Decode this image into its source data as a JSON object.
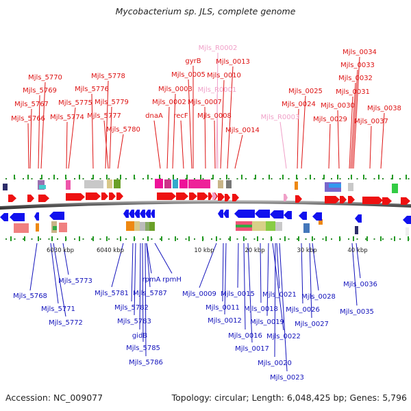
{
  "title": "Mycobacterium sp. JLS, complete genome",
  "footer": {
    "accession": "Accession: NC_009077",
    "summary": "Topology: circular; Length: 6,048,425 bp; Genes: 5,796"
  },
  "colors": {
    "top_label": "#dd1111",
    "top_label_rna": "#f0a0c8",
    "bottom_label": "#1111bb",
    "fwd_gene": "#ee1111",
    "rev_gene": "#1111ee",
    "backbone": "#666666",
    "scale_tick": "#229922"
  },
  "scale_ticks": [
    "6030 kbp",
    "6040 kbp",
    "10 kbp",
    "20 kbp",
    "30 kbp",
    "40 kbp"
  ],
  "top_labels": [
    {
      "name": "Mjls_5770",
      "rna": false
    },
    {
      "name": "Mjls_5769",
      "rna": false
    },
    {
      "name": "Mjls_5767",
      "rna": false
    },
    {
      "name": "Mjls_5766",
      "rna": false
    },
    {
      "name": "Mjls_5775",
      "rna": false
    },
    {
      "name": "Mjls_5774",
      "rna": false
    },
    {
      "name": "Mjls_5778",
      "rna": false
    },
    {
      "name": "Mjls_5776",
      "rna": false
    },
    {
      "name": "Mjls_5779",
      "rna": false
    },
    {
      "name": "Mjls_5777",
      "rna": false
    },
    {
      "name": "Mjls_5780",
      "rna": false
    },
    {
      "name": "dnaA",
      "rna": false
    },
    {
      "name": "Mjls_0003",
      "rna": false
    },
    {
      "name": "Mjls_0002",
      "rna": false
    },
    {
      "name": "recF",
      "rna": false
    },
    {
      "name": "gyrB",
      "rna": false
    },
    {
      "name": "Mjls_0005",
      "rna": false
    },
    {
      "name": "Mjls_R0002",
      "rna": true
    },
    {
      "name": "Mjls_0013",
      "rna": false
    },
    {
      "name": "Mjls_0010",
      "rna": false
    },
    {
      "name": "Mjls_R0001",
      "rna": true
    },
    {
      "name": "Mjls_0007",
      "rna": false
    },
    {
      "name": "Mjls_0008",
      "rna": false
    },
    {
      "name": "Mjls_0014",
      "rna": false
    },
    {
      "name": "Mjls_R0003",
      "rna": true
    },
    {
      "name": "Mjls_0025",
      "rna": false
    },
    {
      "name": "Mjls_0024",
      "rna": false
    },
    {
      "name": "Mjls_0034",
      "rna": false
    },
    {
      "name": "Mjls_0033",
      "rna": false
    },
    {
      "name": "Mjls_0032",
      "rna": false
    },
    {
      "name": "Mjls_0031",
      "rna": false
    },
    {
      "name": "Mjls_0030",
      "rna": false
    },
    {
      "name": "Mjls_0029",
      "rna": false
    },
    {
      "name": "Mjls_0038",
      "rna": false
    },
    {
      "name": "Mjls_0037",
      "rna": false
    }
  ],
  "bottom_labels": [
    {
      "name": "Mjls_5773"
    },
    {
      "name": "Mjls_5768"
    },
    {
      "name": "Mjls_5771"
    },
    {
      "name": "Mjls_5772"
    },
    {
      "name": "rpmA"
    },
    {
      "name": "rpmH"
    },
    {
      "name": "Mjls_5781"
    },
    {
      "name": "Mjls_5787"
    },
    {
      "name": "Mjls_5782"
    },
    {
      "name": "Mjls_5783"
    },
    {
      "name": "gidB"
    },
    {
      "name": "Mjls_5785"
    },
    {
      "name": "Mjls_5786"
    },
    {
      "name": "Mjls_0009"
    },
    {
      "name": "Mjls_0015"
    },
    {
      "name": "Mjls_0011"
    },
    {
      "name": "Mjls_0012"
    },
    {
      "name": "Mjls_0018"
    },
    {
      "name": "Mjls_0019"
    },
    {
      "name": "Mjls_0016"
    },
    {
      "name": "Mjls_0017"
    },
    {
      "name": "Mjls_0021"
    },
    {
      "name": "Mjls_0026"
    },
    {
      "name": "Mjls_0022"
    },
    {
      "name": "Mjls_0020"
    },
    {
      "name": "Mjls_0023"
    },
    {
      "name": "Mjls_0028"
    },
    {
      "name": "Mjls_0027"
    },
    {
      "name": "Mjls_0036"
    },
    {
      "name": "Mjls_0035"
    }
  ]
}
